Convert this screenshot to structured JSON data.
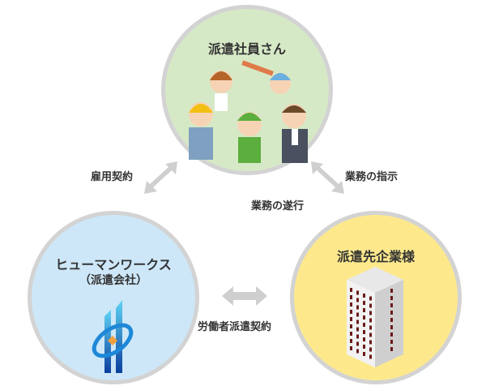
{
  "nodes": {
    "staff": {
      "title": "派遣社員さん",
      "color": "#d6e9c6"
    },
    "agency": {
      "title": "ヒューマンワークス",
      "subtitle": "（派遣会社）",
      "color": "#cde7f8"
    },
    "client": {
      "title": "派遣先企業様",
      "color": "#fde98c"
    }
  },
  "relations": {
    "employment": "雇用契約",
    "instruction": "業務の指示",
    "execution": "業務の遂行",
    "dispatch_contract": "労働者派遣契約"
  }
}
